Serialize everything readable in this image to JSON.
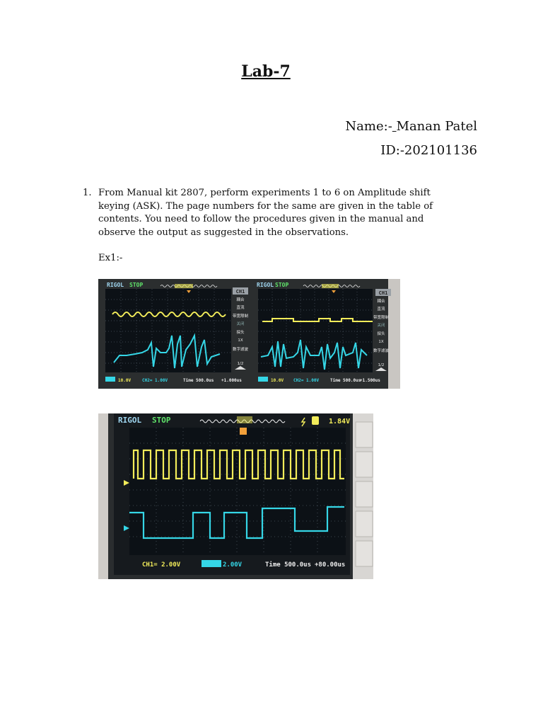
{
  "doc": {
    "title": "Lab-7",
    "name_prefix": "Name:-",
    "name_space": " ",
    "name_value": "Manan Patel",
    "id_line": "ID:-202101136",
    "item_number": "1.",
    "item_text": "From Manual kit 2807, perform experiments 1 to 6 on Amplitude shift keying (ASK). The page numbers for the same are given in the table of contents. You need to follow the procedures given in the manual and observe the output as suggested in the observations.",
    "ex_label": "Ex1:-"
  },
  "scope1": {
    "brand": "RIGOL",
    "state": "STOP",
    "ch_badge": "CH1",
    "menu": [
      "耦合",
      "直流",
      "带宽限制",
      "关闭",
      "探头",
      "1X",
      "数字滤波",
      "1/2"
    ],
    "ch1_scale": "10.0V",
    "ch2_scale": "CH2= 1.00V",
    "time": "Time 500.0us",
    "offset": "+1.000us"
  },
  "scope2": {
    "brand": "RIGOL",
    "state": "STOP",
    "ch_badge": "CH1",
    "menu": [
      "耦合",
      "直流",
      "带宽限制",
      "关闭",
      "探头",
      "1X",
      "数字滤波",
      "1/2"
    ],
    "ch1_scale": "10.0V",
    "ch2_scale": "CH2= 1.00V",
    "time": "Time 500.0us",
    "offset": "+1.500us"
  },
  "scope3": {
    "brand": "RIGOL",
    "state": "STOP",
    "trig_level": "1.84V",
    "ch1_scale": "CH1= 2.00V",
    "ch2_scale": "2.00V",
    "time": "Time 500.0us",
    "offset": "+80.00us"
  },
  "colors": {
    "ch1_trace": "#f2ec5a",
    "ch2_trace": "#35d6e6",
    "brand_text": "#9fd6f0",
    "state_text": "#5fe36a",
    "bezel": "#2b2e2f",
    "screen": "#0c1116"
  }
}
